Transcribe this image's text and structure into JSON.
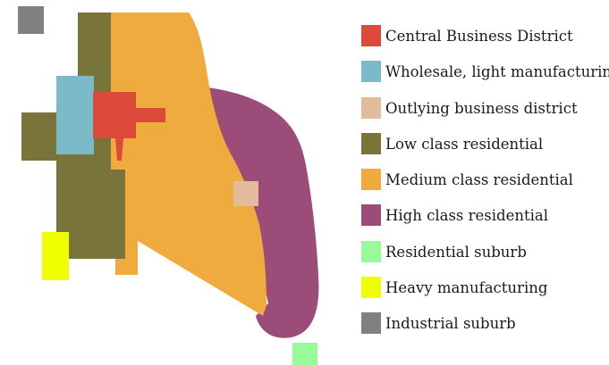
{
  "legend": {
    "items": [
      {
        "label": "Central Business District",
        "color": "#dc4b3a",
        "name": "legend-central-business-district"
      },
      {
        "label": "Wholesale, light manufacturing",
        "color": "#7bbac9",
        "name": "legend-wholesale-light-manufacturing"
      },
      {
        "label": "Outlying business district",
        "color": "#e2bb9c",
        "name": "legend-outlying-business-district"
      },
      {
        "label": "Low class residential",
        "color": "#78743a",
        "name": "legend-low-class-residential"
      },
      {
        "label": "Medium class residential",
        "color": "#f0ab3e",
        "name": "legend-medium-class-residential"
      },
      {
        "label": "High class residential",
        "color": "#9b4c78",
        "name": "legend-high-class-residential"
      },
      {
        "label": "Residential suburb",
        "color": "#98fa98",
        "name": "legend-residential-suburb"
      },
      {
        "label": "Heavy manufacturing",
        "color": "#eeff00",
        "name": "legend-heavy-manufacturing"
      },
      {
        "label": "Industrial suburb",
        "color": "#808080",
        "name": "legend-industrial-suburb"
      }
    ]
  },
  "colors": {
    "central_business_district": "#dc4b3a",
    "wholesale_light_manufacturing": "#7bbac9",
    "outlying_business_district": "#e2bb9c",
    "low_class_residential": "#78743a",
    "medium_class_residential": "#f0ab3e",
    "high_class_residential": "#9b4c78",
    "residential_suburb": "#98fa98",
    "heavy_manufacturing": "#eeff00",
    "industrial_suburb": "#808080"
  }
}
